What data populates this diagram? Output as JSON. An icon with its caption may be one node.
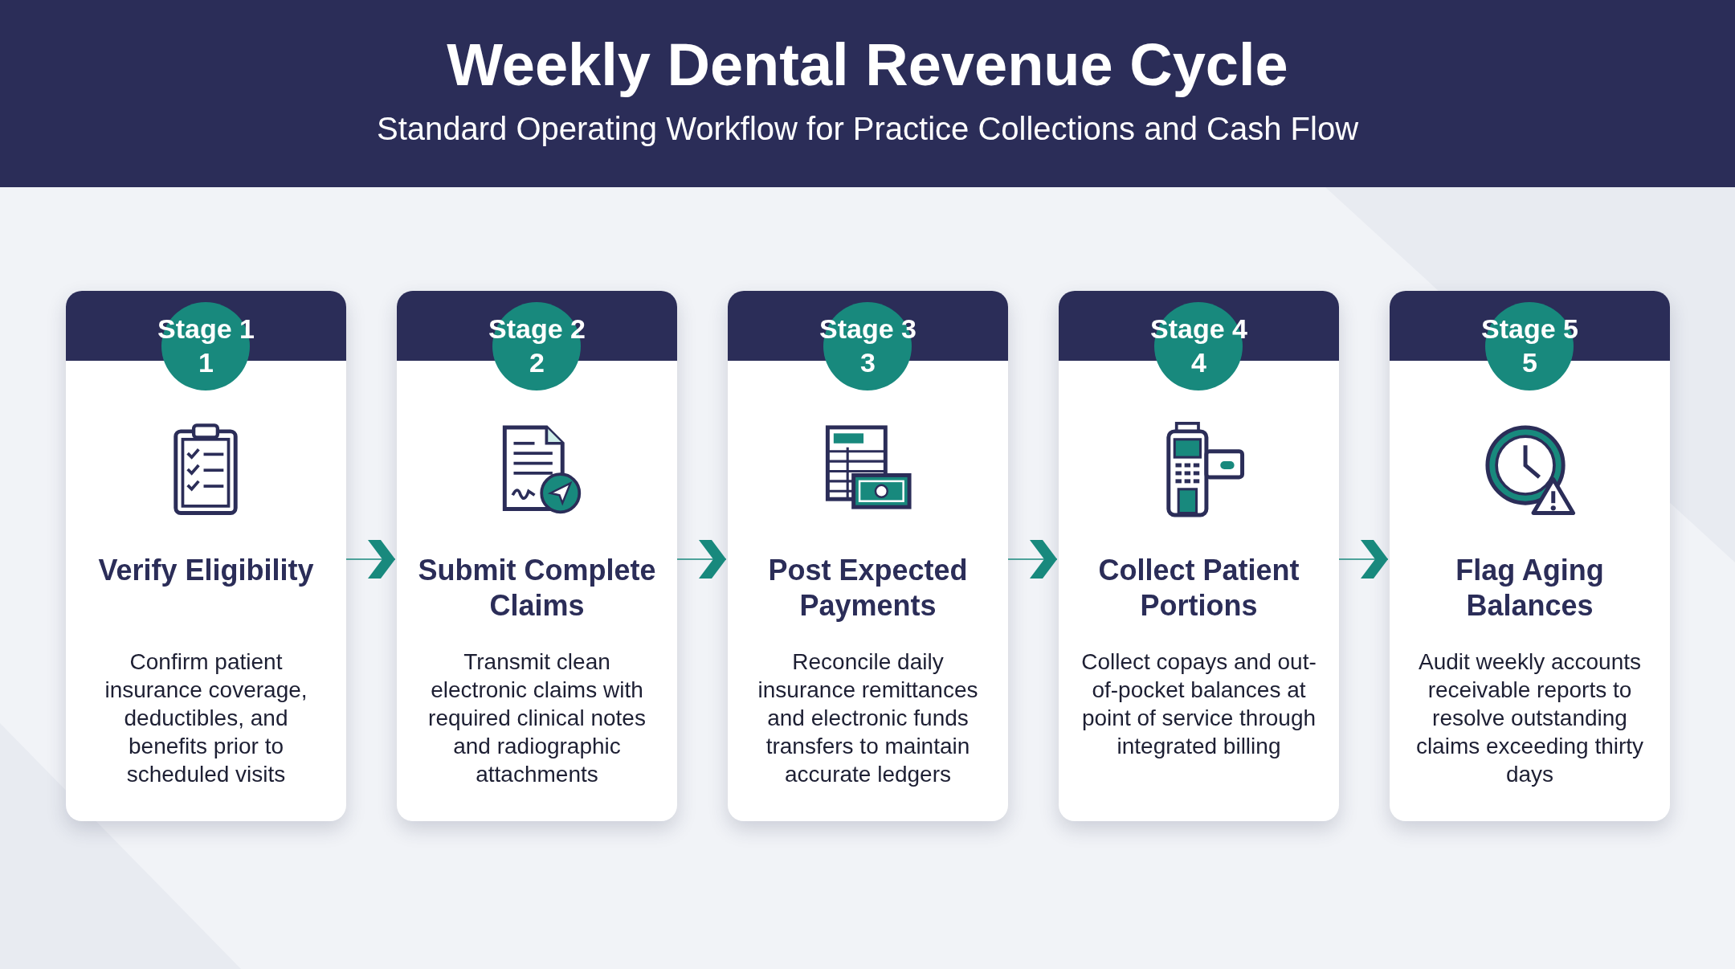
{
  "diagram": {
    "title": "Weekly Dental Revenue Cycle",
    "caption": "Standard Operating Workflow for Practice Collections and Cash Flow",
    "nodes": [
      {
        "text": [
          "Stage 1",
          "1",
          "Verify Eligibility",
          "Confirm patient insurance coverage, deductibles, and benefits prior to scheduled visits"
        ]
      },
      {
        "text": [
          "Stage 2",
          "2",
          "Submit Complete Claims",
          "Transmit clean electronic claims with required clinical notes and radiographic attachments"
        ]
      },
      {
        "text": [
          "Stage 3",
          "3",
          "Post Expected Payments",
          "Reconcile daily insurance remittances and electronic funds transfers to maintain accurate ledgers"
        ]
      },
      {
        "text": [
          "Stage 4",
          "4",
          "Collect Patient Portions",
          "Collect copays and out-of-pocket balances at point of service through integrated billing"
        ]
      },
      {
        "text": [
          "Stage 5",
          "5",
          "Flag Aging Balances",
          "Audit weekly accounts receivable reports to resolve outstanding claims exceeding thirty days"
        ]
      }
    ],
    "edges": [
      {
        "from": 0,
        "to": 1,
        "arrow": "to"
      },
      {
        "from": 1,
        "to": 2,
        "arrow": "to"
      },
      {
        "from": 2,
        "to": 3,
        "arrow": "to"
      },
      {
        "from": 3,
        "to": 4,
        "arrow": "to"
      }
    ]
  }
}
